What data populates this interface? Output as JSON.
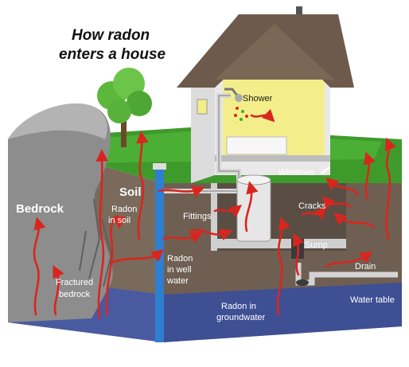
{
  "title": {
    "line1": "How radon",
    "line2": "enters a house"
  },
  "labels": {
    "bedrock": "Bedrock",
    "soil": "Soil",
    "radon_in_soil_1": "Radon",
    "radon_in_soil_2": "in soil",
    "fractured_1": "Fractured",
    "fractured_2": "bedrock",
    "radon_well_1": "Radon",
    "radon_well_2": "in well",
    "radon_well_3": "water",
    "fittings": "Fittings",
    "shower": "Shower",
    "windows": "Windows",
    "cracks": "Cracks",
    "sump": "Sump",
    "drain": "Drain",
    "water_table": "Water table",
    "radon_groundwater_1": "Radon in",
    "radon_groundwater_2": "groundwater"
  },
  "colors": {
    "radon_arrow": "#d8261e",
    "soil": "#6e5f52",
    "groundwater": "#3f4f94",
    "grass": "#3f9a2c",
    "bedrock": "#8d8d8d",
    "wall": "#e9e9e9",
    "interior": "#f4ee8a",
    "roof": "#6e5a4c",
    "well_pipe": "#2f7fd0"
  },
  "icons": {
    "shower_head": "shower-head-icon",
    "tree": "tree-icon",
    "water_heater": "water-heater-icon"
  }
}
